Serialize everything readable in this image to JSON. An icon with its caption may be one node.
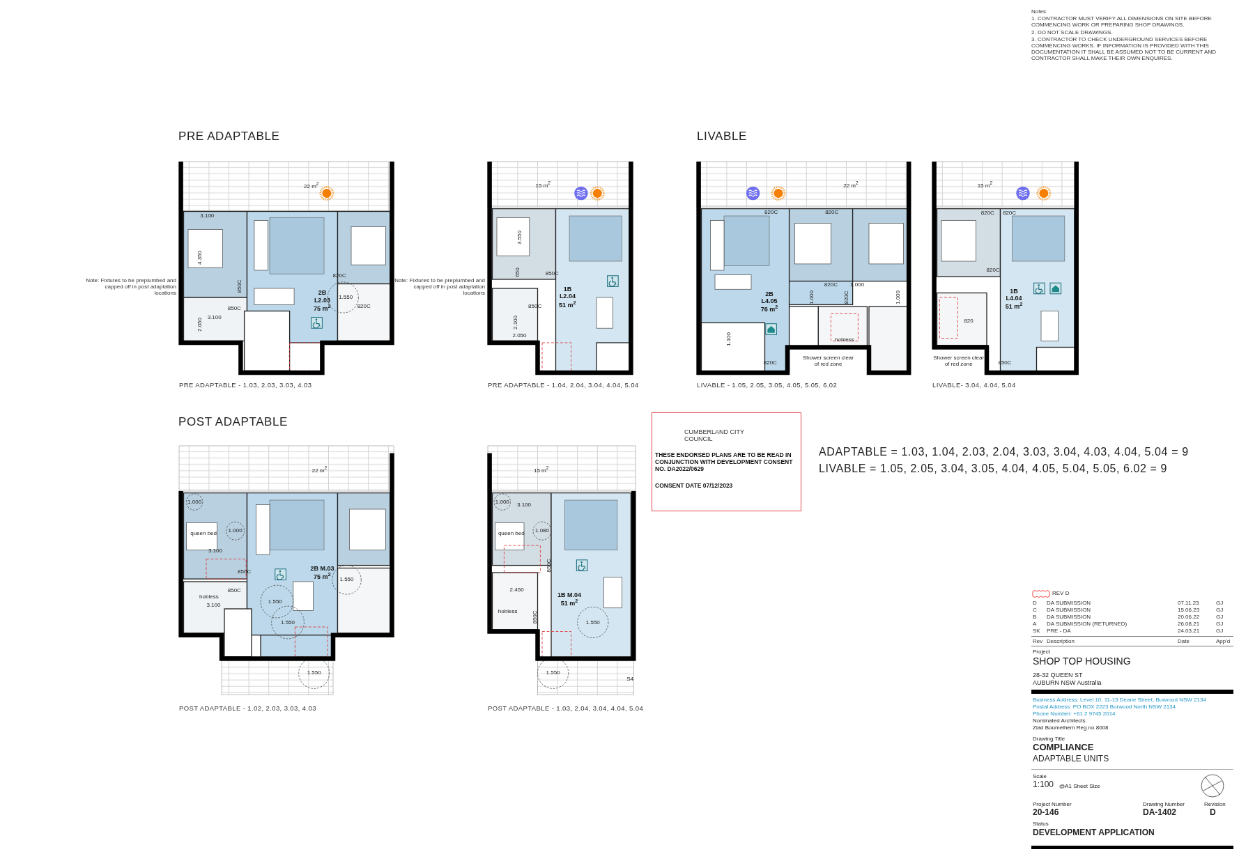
{
  "diagram": {
    "nodes": [
      {
        "text": [
          "22 m$^{2}$",
          "3.100",
          "4.350",
          "850C",
          "820C",
          "850C",
          "3.100",
          "2.050",
          "2B L2.03 75 m$^{2}$",
          "1.550",
          "820C"
        ],
        "beside": [
          "Note: Fixtures to be preplumbed and capped off in post adaptation locations",
          "PRE ADAPTABLE - 1.03, 2.03, 3.03, 4.03"
        ]
      },
      {
        "text": [
          "15 m$^{2}$",
          "3.550",
          "650",
          "850C",
          "850C",
          "1B L2.04 51 m$^{2}$",
          "2.100",
          "2.050"
        ],
        "beside": [
          "Note: Fixtures to be preplumbed and capped off in post adaptation locations",
          "PRE ADAPTABLE - 1.04, 2.04, 3.04, 4.04, 5.04"
        ]
      },
      {
        "text": [
          "22 m$^{2}$",
          "820C",
          "820C",
          "820C",
          "1.000",
          "1.000",
          "820C",
          "1.000",
          "2B L4.05 76 m$^{2}$",
          "1.100",
          "hobless",
          "820C",
          "Shower screen clear of red zone"
        ],
        "beside": [
          "LIVABLE - 1.05, 2.05, 3.05, 4.05, 5.05, 6.02"
        ]
      },
      {
        "text": [
          "15 m$^{2}$",
          "820C",
          "820C",
          "820C",
          "1B L4.04 51 m$^{2}$",
          "820",
          "Shower screen clear of red zone",
          "850C"
        ],
        "beside": [
          "LIVABLE- 3.04, 4.04, 5.04"
        ]
      },
      {
        "text": [
          "22 m$^{2}$",
          "1.000",
          "queen bed",
          "1.000",
          "3.100",
          "850C",
          "850C",
          "hobless",
          "3.100",
          "2B M.03 75 m$^{2}$",
          "1.550",
          "1.550",
          "1.550",
          "1.550"
        ],
        "beside": [
          "POST ADAPTABLE - 1.02, 2.03, 3.03, 4.03"
        ]
      },
      {
        "text": [
          "15 m$^{2}$",
          "1.000",
          "3.100",
          "queen bed",
          "1.080",
          "850C",
          "2.450",
          "hobless",
          "850C",
          "1B M.04 51 m$^{2}$",
          "1.550",
          "1.550",
          "S4"
        ],
        "beside": [
          "POST ADAPTABLE - 1.03, 2.04, 3.04, 4.04, 5.04"
        ]
      },
      {
        "text": [
          "CUMBERLAND CITY COUNCIL",
          "THESE ENDORSED PLANS ARE TO BE READ IN CONJUNCTION WITH DEVELOPMENT CONSENT NO. DA2022/0629",
          "CONSENT DATE 07/12/2023"
        ]
      }
    ],
    "labels": [
      "Notes",
      "1. CONTRACTOR MUST VERIFY ALL DIMENSIONS ON SITE BEFORE COMMENCING WORK OR PREPARING SHOP DRAWINGS.",
      "2. DO NOT SCALE DRAWINGS.",
      "3. CONTRACTOR TO CHECK UNDERGROUND SERVICES BEFORE COMMENCING WORKS. IF INFORMATION IS PROVIDED WITH THIS DOCUMENTATION IT SHALL BE ASSUMED NOT TO BE CURRENT AND CONTRACTOR SHALL MAKE THEIR OWN ENQUIRES.",
      "PRE ADAPTABLE",
      "LIVABLE",
      "POST ADAPTABLE",
      "ADAPTABLE = 1.03, 1.04, 2.03, 2.04, 3.03, 3.04, 4.03, 4.04, 5.04 = 9",
      "LIVABLE = 1.05, 2.05, 3.04, 3.05, 4.04, 4.05, 5.04, 5.05, 6.02 = 9",
      "REV D",
      "D",
      "DA SUBMISSION",
      "07.11.23",
      "GJ",
      "C",
      "DA SUBMISSION",
      "15.06.23",
      "GJ",
      "B",
      "DA SUBMISSION",
      "20.06.22",
      "GJ",
      "A",
      "DA SUBMISSION (RETURNED)",
      "26.08.21",
      "GJ",
      "SK",
      "PRE - DA",
      "24.03.21",
      "GJ",
      "Rev",
      "Description",
      "Date",
      "App'd",
      "Project",
      "SHOP TOP HOUSING",
      "28-32 QUEEN ST",
      "AUBURN NSW Australia",
      "Business Address: Level 10, 11-15 Deane Street, Burwood NSW 2134",
      "Postal Address: PO BOX 2223 Burwood North NSW 2134",
      "Phone Number: +61 2 9745 2014",
      "Nominated Architects:",
      "Ziad Boumelhem Reg no 8008",
      "Drawing Title",
      "COMPLIANCE",
      "ADAPTABLE UNITS",
      "Scale",
      "1:100",
      "@A1 Sheet Size",
      "Project Number",
      "Drawing Number",
      "Revision",
      "20-146",
      "DA-1402",
      "D",
      "Status",
      "DEVELOPMENT APPLICATION"
    ]
  }
}
